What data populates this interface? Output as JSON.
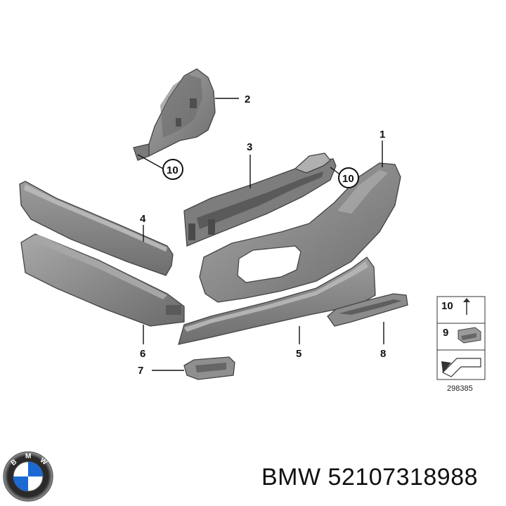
{
  "parts": [
    {
      "id": "1",
      "label": "1"
    },
    {
      "id": "2",
      "label": "2"
    },
    {
      "id": "3",
      "label": "3"
    },
    {
      "id": "4",
      "label": "4"
    },
    {
      "id": "5",
      "label": "5"
    },
    {
      "id": "6",
      "label": "6"
    },
    {
      "id": "7",
      "label": "7"
    },
    {
      "id": "8",
      "label": "8"
    }
  ],
  "circled_callouts": [
    {
      "label": "10"
    },
    {
      "label": "10"
    }
  ],
  "legend": {
    "items": [
      {
        "label": "10"
      },
      {
        "label": "9"
      }
    ],
    "reference_number": "298385"
  },
  "brand": {
    "name": "BMW",
    "part_number_text": "BMW 52107318988",
    "logo_letters": "BMW"
  },
  "colors": {
    "part_fill": "#8a8a8a",
    "part_dark": "#5c5c5c",
    "part_light": "#b4b4b4"
  }
}
